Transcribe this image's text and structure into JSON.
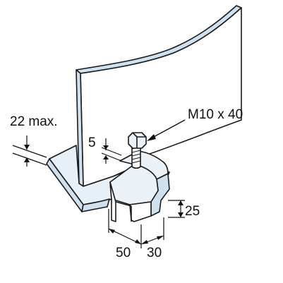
{
  "labels": {
    "flange_thickness": "22 max.",
    "bolt": "M10 x 40",
    "plate_thickness": "5",
    "height": "25",
    "width": "50",
    "depth": "30"
  },
  "colors": {
    "steel_blue": "#cfe0ee",
    "steel_light": "#e7f0f7",
    "outline": "#1a1a1a",
    "bolt_fill": "#eaf2f8"
  }
}
